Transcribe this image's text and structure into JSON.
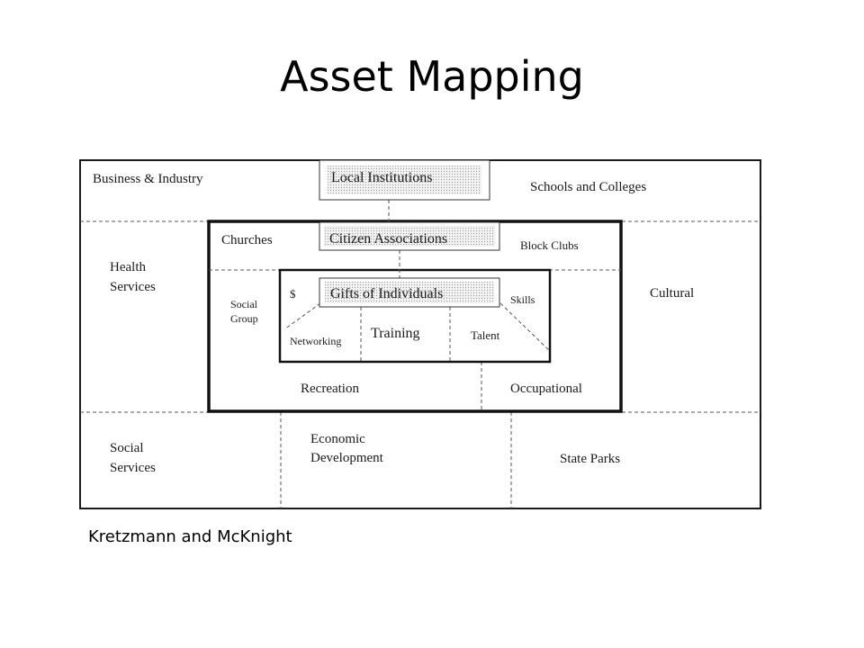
{
  "title": "Asset Mapping",
  "caption": "Kretzmann and McKnight",
  "outer_layer": {
    "header": "Local Institutions",
    "labels": {
      "business": "Business & Industry",
      "schools": "Schools and Colleges",
      "health": [
        "Health",
        "Services"
      ],
      "cultural": "Cultural",
      "social_services": [
        "Social",
        "Services"
      ],
      "economic": [
        "Economic",
        "Development"
      ],
      "parks": "State Parks"
    }
  },
  "middle_layer": {
    "header": "Citizen Associations",
    "labels": {
      "churches": "Churches",
      "block_clubs": "Block Clubs",
      "social_group": [
        "Social",
        "Group"
      ],
      "recreation": "Recreation",
      "occupational": "Occupational"
    }
  },
  "inner_layer": {
    "header": "Gifts of Individuals",
    "labels": {
      "dollar": "$",
      "skills": "Skills",
      "networking": "Networking",
      "training": "Training",
      "talent": "Talent"
    }
  }
}
